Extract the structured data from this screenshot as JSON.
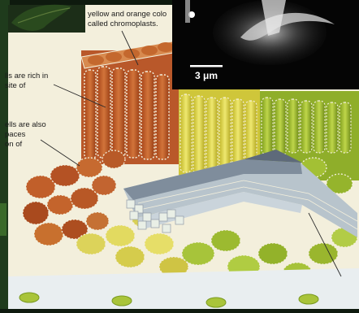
{
  "captions": {
    "line1": "yellow and orange colo",
    "line2": "called chromoplasts."
  },
  "labels": {
    "a_line1": "lls are rich in",
    "a_line2": "site of",
    "b_line1": "ells are also",
    "b_line2": "paces",
    "b_line3": "on of"
  },
  "micrograph": {
    "scale_label": "3 μm"
  },
  "colors": {
    "background": "#0e1a0e",
    "panel": "#f3efdc",
    "orange_cells": "#c8622a",
    "yellow_cells": "#d9cf3a",
    "green_cells": "#9ab830",
    "vein_gray": "#8f9aa6"
  }
}
